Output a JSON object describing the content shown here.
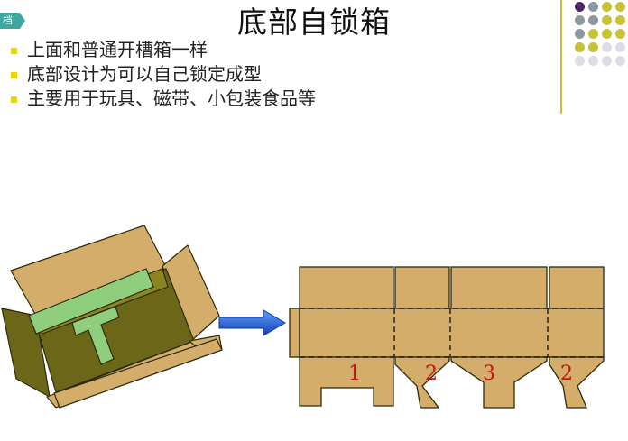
{
  "slide": {
    "tag": "档",
    "title": "底部自锁箱",
    "bullets": [
      "上面和普通开槽箱一样",
      "底部设计为可以自己锁定成型",
      "主要用于玩具、磁带、小包装食品等"
    ]
  },
  "diagram": {
    "panel_labels": [
      "1",
      "2",
      "3",
      "2"
    ]
  },
  "colors": {
    "cardboard": "#d4ad6a",
    "cardboard_dark": "#6b6618",
    "green": "#8fce7c",
    "arrow": "#1f66d6",
    "label": "#c0161a",
    "accent_line": "#c8c23a"
  },
  "decor_dot_colors": [
    [
      "#4b2a66",
      "#8a9aa0",
      "#c8c23a",
      "#c8c23a",
      "#c8c23a"
    ],
    [
      "#8a9aa0",
      "#8a9aa0",
      "#c8c23a",
      "#c8c23a",
      "#c8c23a"
    ],
    [
      "#8a9aa0",
      "#c8c23a",
      "#c8c23a",
      "#c8c23a",
      "#dcdde6"
    ],
    [
      "#c8c23a",
      "#c8c23a",
      "#dcdde6",
      "#dcdde6",
      "#dcdde6"
    ],
    [
      "#dcdde6",
      "#dcdde6",
      "#dcdde6",
      "#dcdde6",
      "#dcdde6"
    ]
  ]
}
